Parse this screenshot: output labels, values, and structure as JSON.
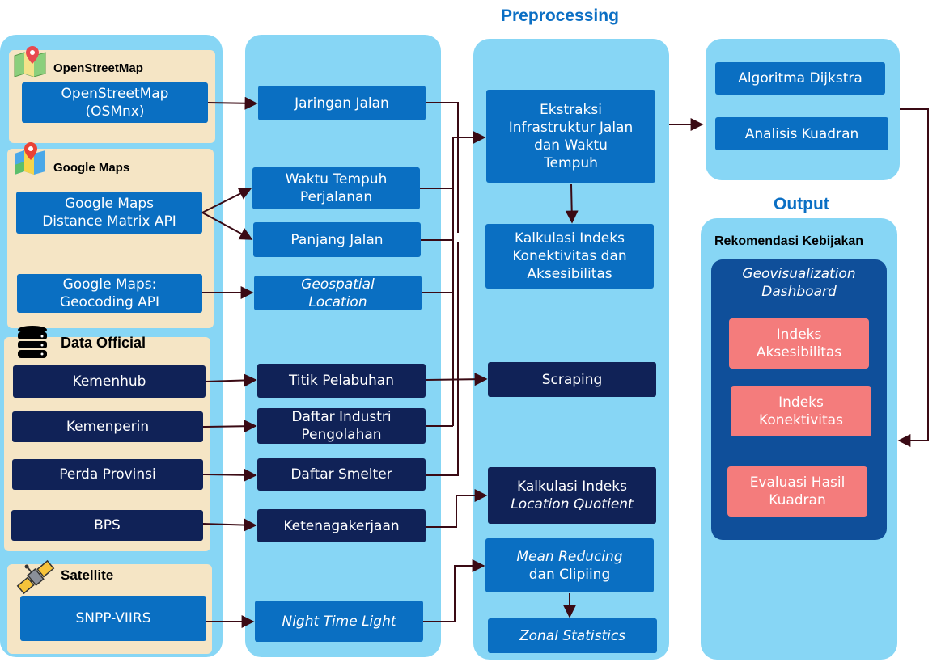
{
  "titles": {
    "preprocessing": "Preprocessing",
    "output": "Output"
  },
  "sources": {
    "osm": {
      "header": "OpenStreetMap",
      "box": "OpenStreetMap\n(OSMnx)"
    },
    "gmaps": {
      "header": "Google Maps",
      "distance": "Google Maps\nDistance Matrix API",
      "geocoding": "Google Maps:\nGeocoding API"
    },
    "official": {
      "header": "Data Official",
      "kemenhub": "Kemenhub",
      "kemenperin": "Kemenperin",
      "perda": "Perda Provinsi",
      "bps": "BPS"
    },
    "satellite": {
      "header": "Satellite",
      "snpp": "SNPP-VIIRS"
    }
  },
  "data": {
    "jaringan": "Jaringan Jalan",
    "waktu": "Waktu Tempuh\nPerjalanan",
    "panjang": "Panjang Jalan",
    "geospatial": "Geospatial\nLocation",
    "titik": "Titik Pelabuhan",
    "industri": "Daftar Industri\nPengolahan",
    "smelter": "Daftar Smelter",
    "tenaga": "Ketenagakerjaan",
    "ntl": "Night Time Light"
  },
  "preprocessing": {
    "ekstraksi": "Ekstraksi\nInfrastruktur Jalan\ndan Waktu\nTempuh",
    "kalkulasi_konektivitas": "Kalkulasi Indeks\nKonektivitas dan\nAksesibilitas",
    "scraping": "Scraping",
    "lq_line1": "Kalkulasi Indeks",
    "lq_line2": "Location Quotient",
    "mean_line1": "Mean Reducing",
    "mean_line2": "dan Clipiing",
    "zonal": "Zonal Statistics"
  },
  "analysis": {
    "dijkstra": "Algoritma Dijkstra",
    "kuadran": "Analisis Kuadran"
  },
  "output": {
    "header": "Rekomendasi Kebijakan",
    "dashboard": "Geovisualization\nDashboard",
    "aksesibilitas": "Indeks\nAksesibilitas",
    "konektivitas": "Indeks\nKonektivitas",
    "evaluasi": "Evaluasi Hasil\nKuadran"
  },
  "colors": {
    "panel": "#87d6f5",
    "source": "#f5e5c5",
    "blue": "#0a6fc2",
    "navy": "#102257",
    "pink": "#f47c7c",
    "arrow": "#3a0a14",
    "title": "#0b6fc4"
  }
}
